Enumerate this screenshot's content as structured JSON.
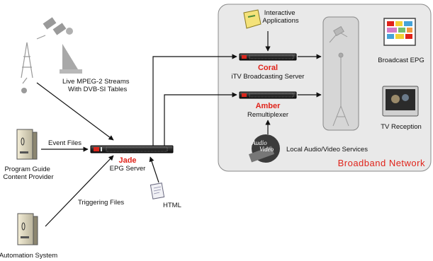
{
  "diagram": {
    "network_label": "Broadband Network",
    "sources": {
      "mpeg_streams": "Live MPEG-2 Streams\nWith DVB-SI Tables",
      "event_files": "Event Files",
      "program_guide": "Program Guide\nContent Provider",
      "triggering_files": "Triggering Files",
      "automation_system": "Automation System",
      "html": "HTML"
    },
    "servers": {
      "jade": {
        "name": "Jade",
        "role": "EPG Server"
      },
      "coral": {
        "name": "Coral",
        "role": "iTV Broadcasting Server"
      },
      "amber": {
        "name": "Amber",
        "role": "Remultiplexer"
      }
    },
    "outputs": {
      "interactive": "Interactive\nApplications",
      "broadcast_epg": "Broadcast EPG",
      "tv_reception": "TV Reception",
      "local_av": "Local Audio/Video Services"
    },
    "colors": {
      "accent": "#e0231a",
      "panel": "#e9e9e9",
      "panel_border": "#8a8a8a"
    },
    "icons": [
      "satellite-dish-icon",
      "antenna-tower-icon",
      "computer-tower-icon",
      "rack-server-icon",
      "document-icon",
      "tv-icon",
      "audio-video-badge-icon",
      "folder-icon"
    ]
  }
}
